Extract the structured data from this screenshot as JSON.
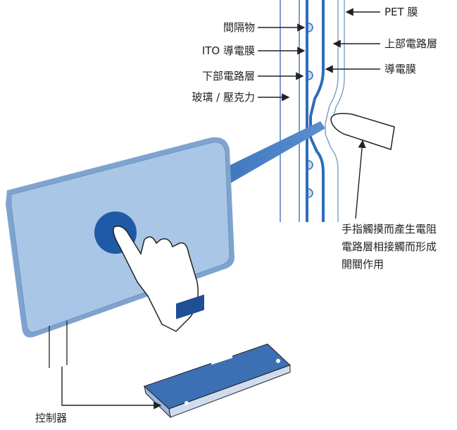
{
  "labels": {
    "spacer": "間隔物",
    "ito_film": "ITO 導電膜",
    "lower_layer": "下部電路層",
    "glass": "玻璃 / 壓克力",
    "pet": "PET 膜",
    "upper_layer": "上部電路層",
    "conductive_film": "導電膜",
    "controller": "控制器"
  },
  "description_lines": [
    "手指觸摸而產生電阻",
    "電路層相接觸而形成",
    "開關作用"
  ],
  "colors": {
    "panel": "#a9c6e6",
    "panel_edge": "#6f95c2",
    "layer": "#2f6cb8",
    "beam": "#1f5aa6"
  }
}
